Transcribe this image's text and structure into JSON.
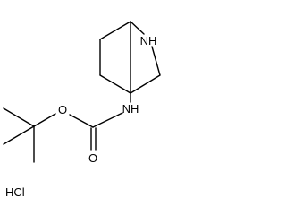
{
  "molecule": {
    "atoms": {
      "nh_ring": "NH",
      "nh_carbamate": "NH",
      "o_ether": "O",
      "o_carbonyl": "O"
    },
    "salt": "HCl"
  }
}
